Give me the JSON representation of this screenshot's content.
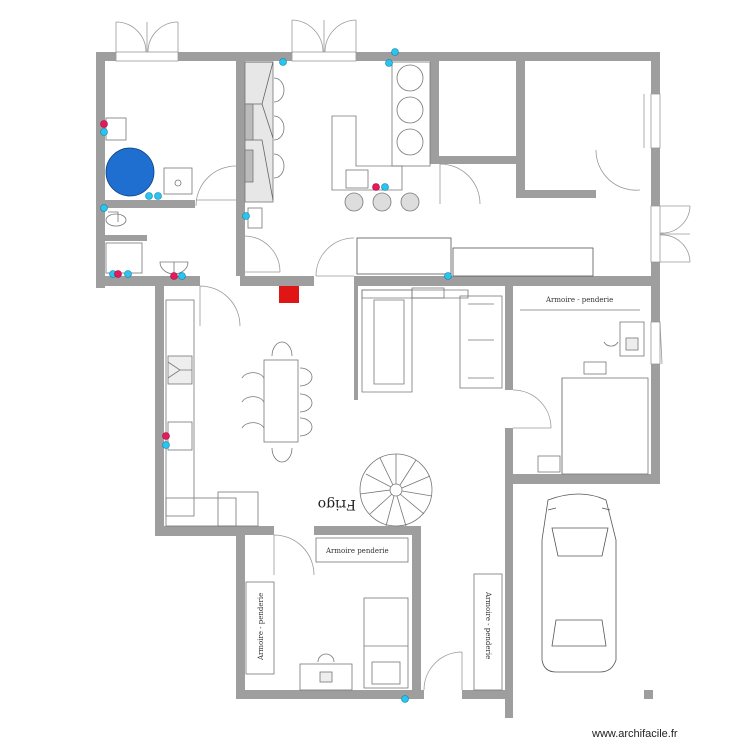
{
  "labels": {
    "armoire_top_right": "Armoire - penderie",
    "armoire_bottom_top": "Armoire penderie",
    "armoire_bottom_left": "Armoire - penderie",
    "armoire_bottom_right": "Armoire - penderie",
    "frigo": "Frigo"
  },
  "watermark": "www.archifacile.fr",
  "colors": {
    "wall": "#9e9e9e",
    "outlet": "#29c4f0",
    "switch": "#e8185f",
    "tub": "#1e6fd0",
    "heater": "#e01515"
  }
}
